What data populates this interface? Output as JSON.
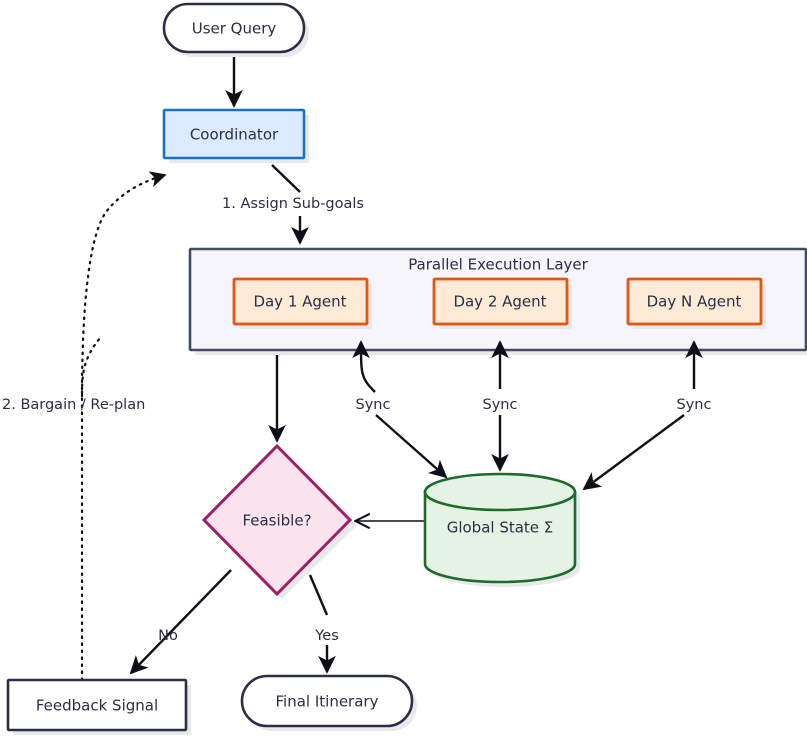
{
  "diagram": {
    "title_hidden": "",
    "nodes": {
      "user_query": {
        "label": "User Query",
        "shape": "stadium",
        "fill": "#ffffff",
        "stroke": "#2a2f45"
      },
      "coordinator": {
        "label": "Coordinator",
        "shape": "rect",
        "fill": "#dbeafe",
        "stroke": "#1a73c0"
      },
      "parallel_layer": {
        "label": "Parallel Execution Layer",
        "shape": "group",
        "fill": "#f6f5fb",
        "stroke": "#454a63"
      },
      "day1": {
        "label": "Day 1 Agent",
        "shape": "rect",
        "fill": "#fdebd7",
        "stroke": "#e8550d"
      },
      "day2": {
        "label": "Day 2 Agent",
        "shape": "rect",
        "fill": "#fdebd7",
        "stroke": "#e8550d"
      },
      "dayN": {
        "label": "Day N Agent",
        "shape": "rect",
        "fill": "#fdebd7",
        "stroke": "#e8550d"
      },
      "feasible": {
        "label": "Feasible?",
        "shape": "diamond",
        "fill": "#fbe3ee",
        "stroke": "#9c2063"
      },
      "global_state": {
        "label": "Global State Σ",
        "shape": "cylinder",
        "fill": "#e4f3e4",
        "stroke": "#1d6b2e"
      },
      "feedback": {
        "label": "Feedback Signal",
        "shape": "rect",
        "fill": "#ffffff",
        "stroke": "#2a2f45"
      },
      "final": {
        "label": "Final Itinerary",
        "shape": "stadium",
        "fill": "#ffffff",
        "stroke": "#2a2f45"
      }
    },
    "edge_labels": {
      "assign": "1. Assign Sub-goals",
      "bargain": "2. Bargain / Re-plan",
      "sync1": "Sync",
      "sync2": "Sync",
      "sync3": "Sync",
      "no": "No",
      "yes": "Yes"
    },
    "colors": {
      "background": "#ffffff",
      "text": "#2a2f45",
      "edge": "#0f0f1a",
      "accent_blue": "#1a73c0",
      "accent_orange": "#e8550d",
      "accent_pink": "#9c2063",
      "accent_green": "#1d6b2e"
    }
  }
}
